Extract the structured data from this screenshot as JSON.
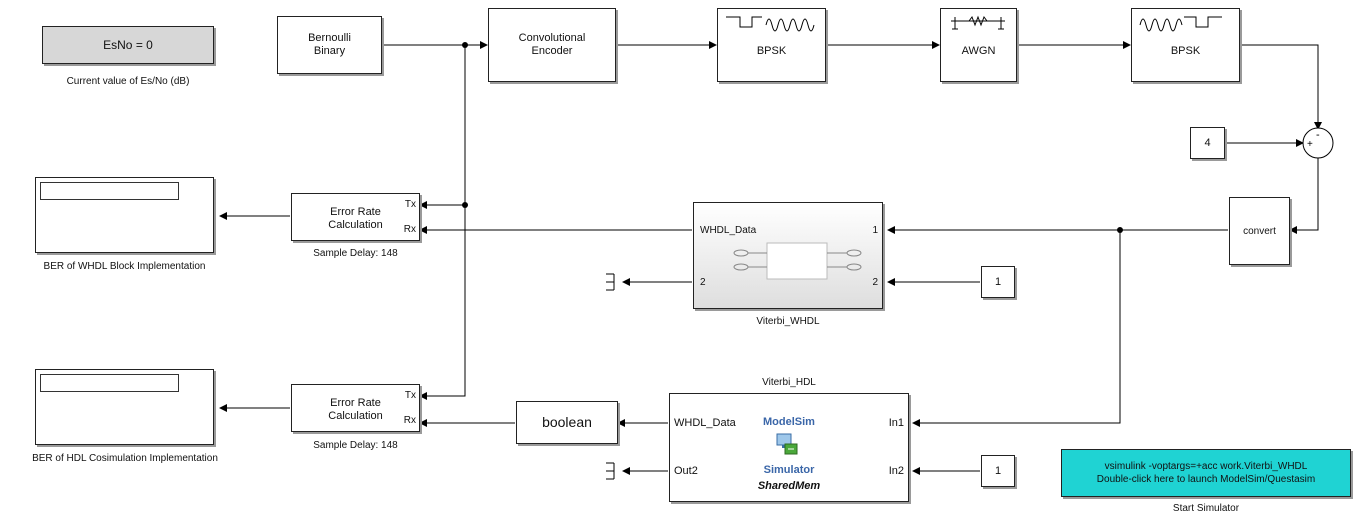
{
  "esno_display": {
    "text": "EsNo = 0",
    "caption": "Current value of Es/No (dB)"
  },
  "bernoulli": {
    "line1": "Bernoulli",
    "line2": "Binary"
  },
  "conv_encoder": {
    "line1": "Convolutional",
    "line2": "Encoder"
  },
  "bpsk_mod": {
    "label": "BPSK"
  },
  "awgn": {
    "label": "AWGN"
  },
  "bpsk_demod": {
    "label": "BPSK"
  },
  "const_4": {
    "value": "4"
  },
  "sum_block": {
    "signs": "+-"
  },
  "convert": {
    "label": "convert"
  },
  "error_rate_1": {
    "line1": "Error Rate",
    "line2": "Calculation",
    "port_tx": "Tx",
    "port_rx": "Rx",
    "caption": "Sample Delay: 148"
  },
  "error_rate_2": {
    "line1": "Error Rate",
    "line2": "Calculation",
    "port_tx": "Tx",
    "port_rx": "Rx",
    "caption": "Sample Delay: 148"
  },
  "ber_whdl": {
    "caption": "BER of WHDL Block Implementation"
  },
  "ber_hdl": {
    "caption": "BER of HDL Cosimulation Implementation"
  },
  "viterbi_whdl": {
    "in_label": "WHDL_Data",
    "out2_label": "2",
    "in1_label": "1",
    "in2_label": "2",
    "caption": "Viterbi_WHDL"
  },
  "const_1a": {
    "value": "1"
  },
  "const_1b": {
    "value": "1"
  },
  "boolean": {
    "label": "boolean"
  },
  "viterbi_hdl": {
    "title": "Viterbi_HDL",
    "in_label": "WHDL_Data",
    "out2_label": "Out2",
    "in1_label": "In1",
    "in2_label": "In2",
    "brand_top": "ModelSim",
    "brand_bottom": "Simulator",
    "mode": "SharedMem"
  },
  "start_sim": {
    "line1": "vsimulink  -voptargs=+acc work.Viterbi_WHDL",
    "line2": "Double-click here to launch ModelSim/Questasim",
    "caption": "Start Simulator",
    "color": "#1fd3d3"
  }
}
